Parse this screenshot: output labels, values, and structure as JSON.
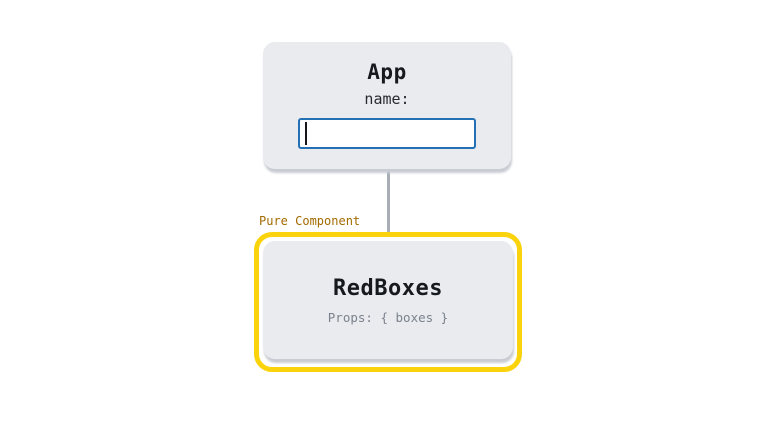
{
  "app_node": {
    "title": "App",
    "field_label": "name:",
    "input_value": ""
  },
  "pure_component_label": "Pure Component",
  "redboxes_node": {
    "title": "RedBoxes",
    "props_text": "Props: { boxes }"
  },
  "colors": {
    "canvas_bg": "#ffffff",
    "node_bg": "#e9ebef",
    "node_shadow": "#c9cdd3",
    "input_border_blue": "#2371b4",
    "highlight_yellow": "#fbd30d",
    "pure_label_orange": "#a36a00",
    "connector_gray": "#a9aeb6",
    "title_text": "#16191d",
    "props_text_gray": "#7b828c"
  }
}
